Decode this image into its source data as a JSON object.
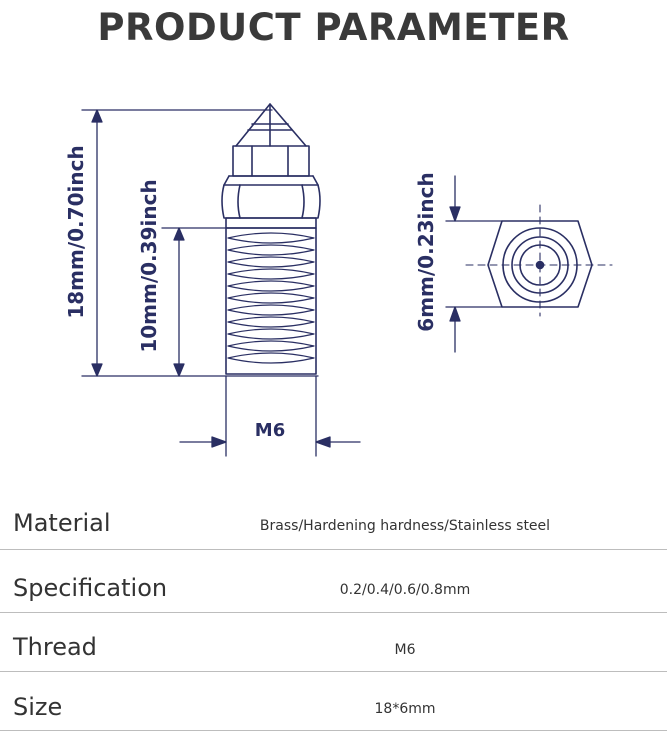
{
  "title": "PRODUCT PARAMETER",
  "dimensions": {
    "total_height": "18mm/0.70inch",
    "thread_length": "10mm/0.39inch",
    "thread": "M6",
    "hex_size": "6mm/0.23inch"
  },
  "colors": {
    "line": "#2a2f63",
    "title": "#3a3a3a",
    "divider": "#bdbdbd"
  },
  "specs": [
    {
      "label": "Material",
      "value": "Brass/Hardening hardness/Stainless steel"
    },
    {
      "label": "Specification",
      "value": "0.2/0.4/0.6/0.8mm"
    },
    {
      "label": "Thread",
      "value": "M6"
    },
    {
      "label": "Size",
      "value": "18*6mm"
    }
  ]
}
